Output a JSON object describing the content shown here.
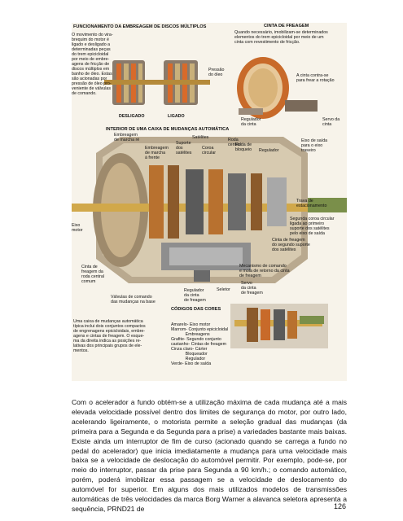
{
  "figure": {
    "upper": {
      "clutch_title": "FUNCIONAMENTO DA EMBREAGEM DE DISCOS MÚLTIPLOS",
      "clutch_desc": [
        "O movimento do vira-",
        "brequim do motor é",
        "ligado e desligado a",
        "determinadas peças",
        "do trem epicicloidal",
        "por meio de embre-",
        "agens de fricção de",
        "discos múltiplos em",
        "banho de óleo. Estas",
        "são acionadas por",
        "pressão de óleo pro-",
        "veniente de válvulas",
        "de comando."
      ],
      "pressao": [
        "Pressão",
        "do óleo"
      ],
      "desligado": "DESLIGADO",
      "ligado": "LIGADO",
      "band_title": "CINTA DE FREAGEM",
      "band_desc": [
        "Quando necessário, imobilizam-se determinados",
        "elementos do trem epicicloidal por meio de um",
        "cinta com revestimento de fricção."
      ],
      "contra_sera": [
        "A cinta contra-se",
        "para frear a rotação"
      ],
      "regulador_cinta": [
        "Regulador",
        "da cinta"
      ],
      "servo_cinta": [
        "Servo da",
        "cinta"
      ]
    },
    "main": {
      "title": "INTERIOR DE UMA CAIXA DE MUDANÇAS AUTOMÁTICA",
      "embreagem_re": [
        "Embreagem",
        "de marcha ré"
      ],
      "embreagem_frente": [
        "Embreagem",
        "de marcha",
        "à frente"
      ],
      "satelites": "Satélites",
      "suporte": [
        "Suporte",
        "dos",
        "satélites"
      ],
      "coroa": [
        "Coroa",
        "circular"
      ],
      "roda_central": [
        "Roda",
        "central"
      ],
      "roda_bloqueio": [
        "Roda de",
        "bloqueio"
      ],
      "regulador": "Regulador",
      "eixo_saida": [
        "Eixo de saída",
        "para o eixo",
        "traseiro"
      ],
      "trava": [
        "Trava de",
        "estacionamento"
      ],
      "segunda_coroa": [
        "Segunda coroa circular",
        "ligada ao primeiro",
        "suporte dos satélites",
        "pelo eixo de saída"
      ],
      "cinta_segundo": [
        "Cinta de freagem",
        "do segundo suporte",
        "dos satélites"
      ],
      "eixo_motor": [
        "Eixo",
        "motor"
      ],
      "cinta_comum": [
        "Cinta de",
        "freagem da",
        "roda central",
        "comum"
      ],
      "valvulas": [
        "Válvulas de comando",
        "das mudanças na base"
      ],
      "regulador_cinta2": [
        "Regulador",
        "da cinta",
        "de freagem"
      ],
      "seletor": "Seletor",
      "mecanismo": [
        "Mecanismo de comando",
        "e mola de retorno da cinta",
        "de freagem"
      ],
      "servo_cinta2": [
        "Servo",
        "da cinta",
        "de freagem"
      ]
    },
    "lower": {
      "caption": [
        "Uma caixa de mudanças automática",
        "típica inclui dois conjuntos compactos",
        "de engrenagens epicicloidais, embre-",
        "agens e cintas de freagem. O esque-",
        "ma da direita indica as posições re-",
        "lativas dos principais grupos de ele-",
        "mentos."
      ],
      "codes_title": "CÓDIGOS DAS CORES",
      "codes": [
        "Amarelo- Eixo motor",
        "Marrom- Conjunto epicicloidal",
        "            Embreagens",
        "Grafite- Segundo conjunto",
        "castanho- Cintas de freagem",
        "Cinza claro- Cárter",
        "            Bloqueador",
        "            Regulador",
        "Verde- Eixo de saída"
      ]
    }
  },
  "paragraph": "Com o acelerador a fundo obtém-se a utilização máxima de cada mudança até a mais elevada velocidade possível dentro dos limites de segurança do motor, por outro lado, acelerando ligeiramente, o motorista permite a seleção gradual das mudanças (da primeira para a Segunda e da Segunda para a prise) a variedades bastante mais baixas. Existe ainda um interruptor de fim de curso (acionado quando se carrega a fundo no pedal do acelerador) que inicia imediatamente a mudança para uma velocidade mais baixa se a velocidade de deslocação do automóvel permitir. Por exemplo, pode-se, por meio do interruptor, passar da prise para Segunda a 90 km/h.; o comando automático, porém, poderá imobilizar essa passagem se a velocidade de deslocamento do automóvel for superior. Em alguns dos mais utilizados modelos de transmissões automáticas de três velocidades da marca Borg Warner a alavanca seletora apresenta a sequência, PRND21 de",
  "page_number": "126"
}
